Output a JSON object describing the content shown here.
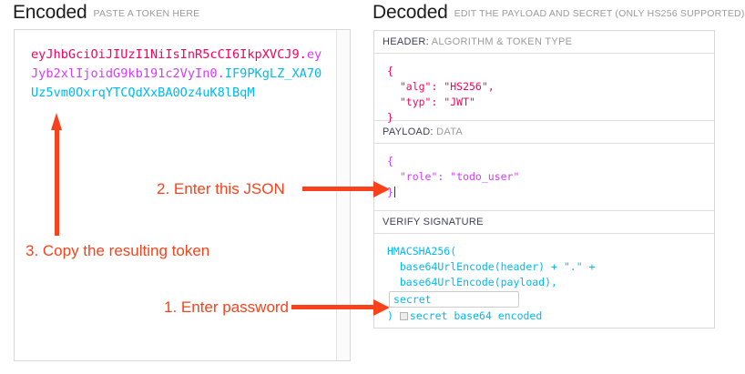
{
  "encoded": {
    "title": "Encoded",
    "subtitle": "PASTE A TOKEN HERE",
    "token": {
      "header_b64": "eyJhbGciOiJIUzI1NiIsInR5cCI6IkpXVCJ9",
      "dot1": ".",
      "payload_b64": "eyJyb2xlIjoidG9kb191c2VyIn0",
      "dot2": ".",
      "signature_b64": "IF9PKgLZ_XA70Uz5vm0OxrqYTCQdXxBA0Oz4uK8lBqM",
      "full": "eyJhbGciOiJIUzI1NiIsInR5cCI6IkpXVCJ9.eyJyb2xlIjoidG9kb191c2VyIn0.IF9PKgLZ_XA70Uz5vm0OxrqYTCQdXxBA0Oz4uK8lBqM"
    }
  },
  "decoded": {
    "title": "Decoded",
    "subtitle": "EDIT THE PAYLOAD AND SECRET (ONLY HS256 SUPPORTED)",
    "header_section": {
      "label_bold": "HEADER:",
      "label_muted": "ALGORITHM & TOKEN TYPE",
      "body": "{\n  \"alg\": \"HS256\",\n  \"typ\": \"JWT\"\n}"
    },
    "payload_section": {
      "label_bold": "PAYLOAD:",
      "label_muted": "DATA",
      "body": "{\n  \"role\": \"todo_user\"\n}"
    },
    "signature_section": {
      "label_bold": "VERIFY SIGNATURE",
      "label_muted": "",
      "line1": "HMACSHA256(",
      "line2": "  base64UrlEncode(header) + \".\" +",
      "line3": "  base64UrlEncode(payload),",
      "secret_value": "secret",
      "closing_paren": ")",
      "base64_label": "secret base64 encoded",
      "base64_checked": false
    }
  },
  "annotations": [
    {
      "id": "1",
      "text": "1. Enter password"
    },
    {
      "id": "2",
      "text": "2. Enter this JSON"
    },
    {
      "id": "3",
      "text": "3. Copy the resulting token"
    }
  ],
  "colors": {
    "header_segment": "#fb015b",
    "payload_segment": "#d63aff",
    "signature_segment": "#00b9f1",
    "annotation": "#f9421b"
  }
}
